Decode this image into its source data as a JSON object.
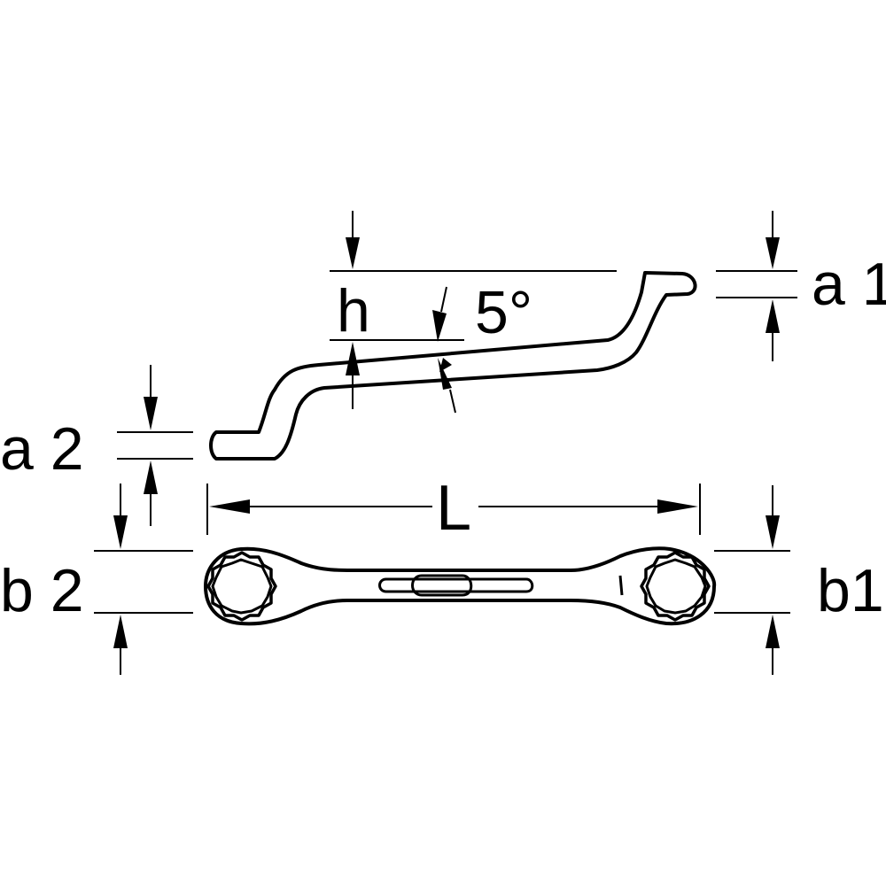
{
  "diagram": {
    "labels": {
      "a1": "a 1",
      "a2": "a 2",
      "b1": "b1",
      "b2": "b 2",
      "h": "h",
      "angle": "5°",
      "length": "L"
    },
    "colors": {
      "line": "#000000",
      "background": "#ffffff"
    }
  }
}
